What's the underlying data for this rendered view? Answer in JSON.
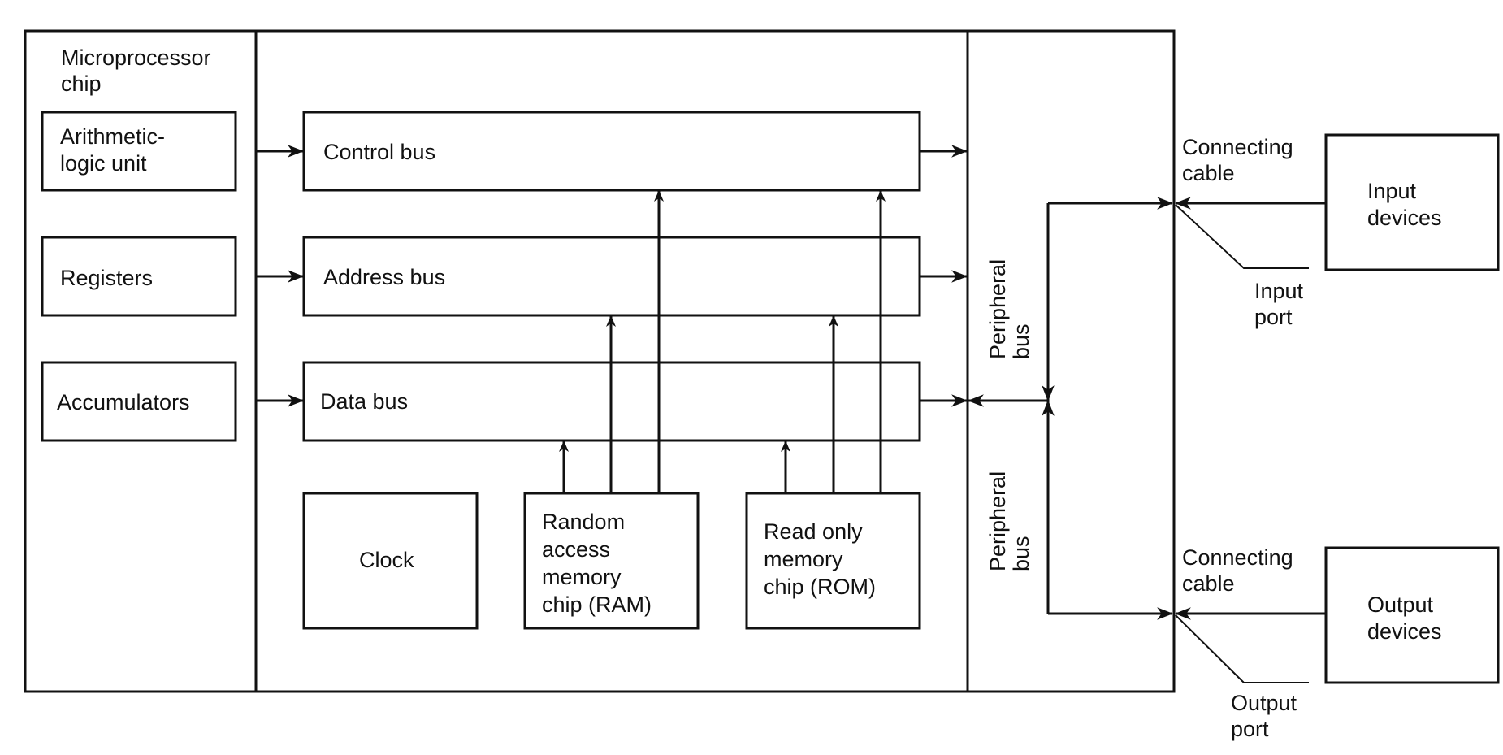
{
  "chip": {
    "title": [
      "Microprocessor",
      "chip"
    ]
  },
  "chip_units": {
    "alu": [
      "Arithmetic-",
      "logic unit"
    ],
    "registers": [
      "Registers"
    ],
    "accumulators": [
      "Accumulators"
    ]
  },
  "buses": {
    "control": "Control bus",
    "address": "Address bus",
    "data": "Data bus"
  },
  "components": {
    "clock": [
      "Clock"
    ],
    "ram": [
      "Random",
      "access",
      "memory",
      "chip (RAM)"
    ],
    "rom": [
      "Read only",
      "memory",
      "chip (ROM)"
    ]
  },
  "peripheral": {
    "upper": [
      "Peripheral",
      "bus"
    ],
    "lower": [
      "Peripheral",
      "bus"
    ]
  },
  "io": {
    "input_cable": [
      "Connecting",
      "cable"
    ],
    "input_port": [
      "Input",
      "port"
    ],
    "input_devices": [
      "Input",
      "devices"
    ],
    "output_cable": [
      "Connecting",
      "cable"
    ],
    "output_port": [
      "Output",
      "port"
    ],
    "output_devices": [
      "Output",
      "devices"
    ]
  },
  "colors": {
    "ink": "#111111",
    "paper": "#ffffff"
  }
}
